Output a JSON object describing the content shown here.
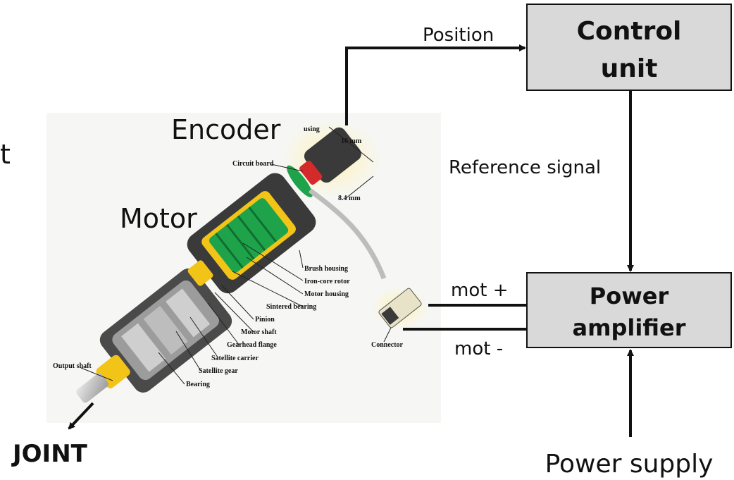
{
  "slide_fragment": "t",
  "blocks": {
    "control_unit": {
      "line1": "Control",
      "line2": "unit"
    },
    "power_amplifier": {
      "line1": "Power",
      "line2": "amplifier"
    }
  },
  "signals": {
    "position": "Position",
    "reference": "Reference signal",
    "mot_plus": "mot +",
    "mot_minus": "mot -",
    "power_supply": "Power supply"
  },
  "labels": {
    "encoder": "Encoder",
    "motor": "Motor",
    "joint": "JOINT"
  },
  "callouts": {
    "housing": "using",
    "circuit_board": "Circuit board",
    "dim_16": "16 mm",
    "dim_84": "8.4 mm",
    "brush_housing": "Brush housing",
    "iron_core_rotor": "Iron-core rotor",
    "motor_housing": "Motor housing",
    "sintered_bearing": "Sintered bearing",
    "pinion": "Pinion",
    "motor_shaft": "Motor shaft",
    "gearhead_flange": "Gearhead flange",
    "satellite_carrier": "Satellite carrier",
    "satellite_gear": "Satellite gear",
    "bearing": "Bearing",
    "output_shaft": "Output shaft",
    "connector": "Connector"
  },
  "colors": {
    "block_fill": "#d9d9d9",
    "rotor_green": "#1fa34a",
    "gear_yellow": "#f2c418",
    "magnet_red": "#d42a2a",
    "housing_dark": "#3a3a3a"
  }
}
